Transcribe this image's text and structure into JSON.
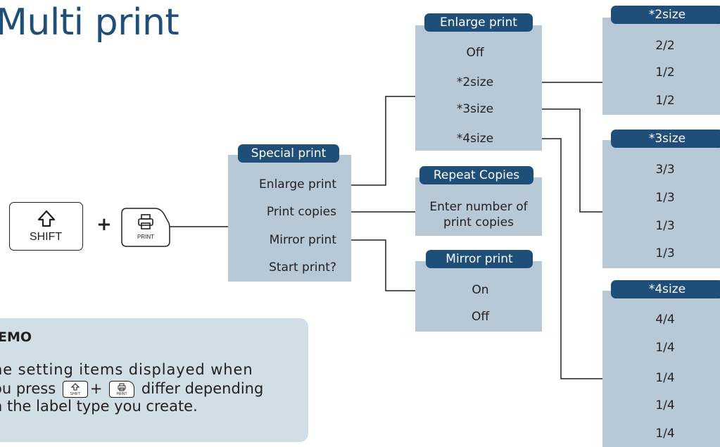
{
  "title": "Multi print",
  "keys": {
    "shift_label": "SHIFT",
    "plus": "+",
    "print_label": "PRINT"
  },
  "special": {
    "header": "Special print",
    "items": [
      "Enlarge print",
      "Print copies",
      "Mirror print",
      "Start print?"
    ]
  },
  "enlarge": {
    "header": "Enlarge print",
    "items": [
      "Off",
      "*2size",
      "*3size",
      "*4size"
    ]
  },
  "repeat": {
    "header": "Repeat Copies",
    "line1": "Enter number of",
    "line2": "print copies"
  },
  "mirror": {
    "header": "Mirror print",
    "items": [
      "On",
      "Off"
    ]
  },
  "size2": {
    "header": "*2size",
    "items": [
      "2/2",
      "1/2",
      "1/2"
    ]
  },
  "size3": {
    "header": "*3size",
    "items": [
      "3/3",
      "1/3",
      "1/3",
      "1/3"
    ]
  },
  "size4": {
    "header": "*4size",
    "items": [
      "4/4",
      "1/4",
      "1/4",
      "1/4",
      "1/4"
    ]
  },
  "memo": {
    "title": "EMO",
    "line1": "he setting items displayed when",
    "line2_pre": "ou press",
    "line2_plus": "+",
    "line2_post": "differ depending",
    "line3": "n the label type you create."
  },
  "colors": {
    "header": "#1f4e79",
    "box": "#b7c9d6",
    "memo": "#d2dee6",
    "title": "#1f4e79"
  }
}
